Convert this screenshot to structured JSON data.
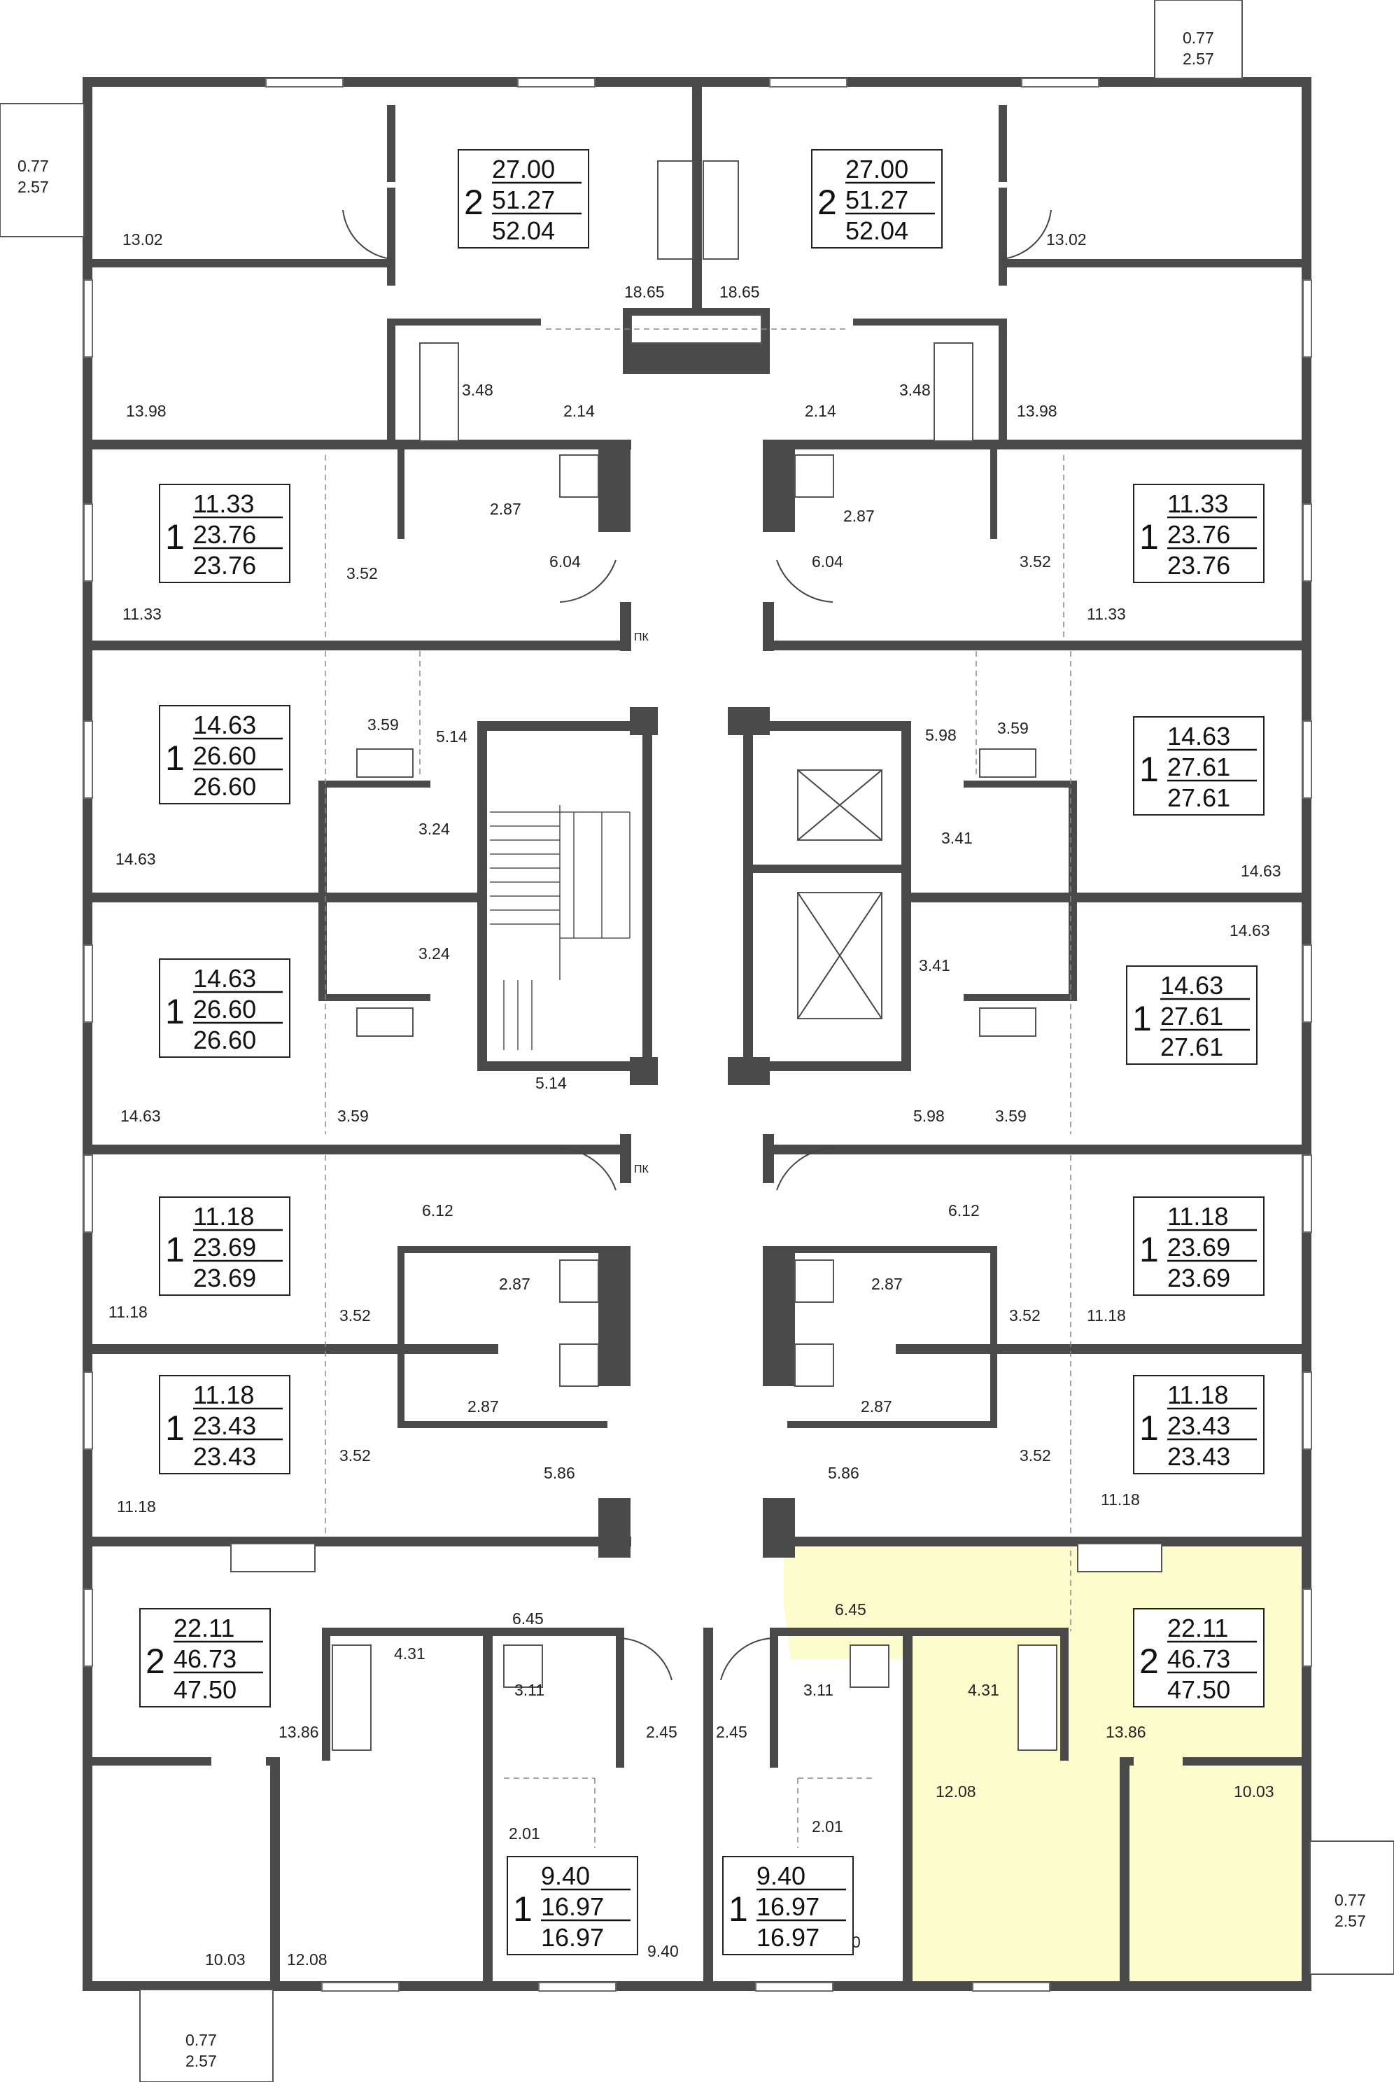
{
  "colors": {
    "wall": "#4a4a4a",
    "highlight": "#fcfccd",
    "text": "#222222"
  },
  "apartments": [
    {
      "id": "a1",
      "rooms": "2",
      "living": "27.00",
      "total": "51.27",
      "total_balcony": "52.04"
    },
    {
      "id": "a2",
      "rooms": "2",
      "living": "27.00",
      "total": "51.27",
      "total_balcony": "52.04"
    },
    {
      "id": "a3",
      "rooms": "1",
      "living": "11.33",
      "total": "23.76",
      "total_balcony": "23.76"
    },
    {
      "id": "a4",
      "rooms": "1",
      "living": "11.33",
      "total": "23.76",
      "total_balcony": "23.76"
    },
    {
      "id": "a5",
      "rooms": "1",
      "living": "14.63",
      "total": "26.60",
      "total_balcony": "26.60"
    },
    {
      "id": "a6",
      "rooms": "1",
      "living": "14.63",
      "total": "27.61",
      "total_balcony": "27.61"
    },
    {
      "id": "a7",
      "rooms": "1",
      "living": "14.63",
      "total": "26.60",
      "total_balcony": "26.60"
    },
    {
      "id": "a8",
      "rooms": "1",
      "living": "14.63",
      "total": "27.61",
      "total_balcony": "27.61"
    },
    {
      "id": "a9",
      "rooms": "1",
      "living": "11.18",
      "total": "23.69",
      "total_balcony": "23.69"
    },
    {
      "id": "a10",
      "rooms": "1",
      "living": "11.18",
      "total": "23.69",
      "total_balcony": "23.69"
    },
    {
      "id": "a11",
      "rooms": "1",
      "living": "11.18",
      "total": "23.43",
      "total_balcony": "23.43"
    },
    {
      "id": "a12",
      "rooms": "1",
      "living": "11.18",
      "total": "23.43",
      "total_balcony": "23.43"
    },
    {
      "id": "a13",
      "rooms": "2",
      "living": "22.11",
      "total": "46.73",
      "total_balcony": "47.50"
    },
    {
      "id": "a14",
      "rooms": "2",
      "living": "22.11",
      "total": "46.73",
      "total_balcony": "47.50"
    },
    {
      "id": "a15",
      "rooms": "1",
      "living": "9.40",
      "total": "16.97",
      "total_balcony": "16.97"
    },
    {
      "id": "a16",
      "rooms": "1",
      "living": "9.40",
      "total": "16.97",
      "total_balcony": "16.97"
    }
  ],
  "room_labels": [
    "0.77",
    "2.57",
    "0.77",
    "2.57",
    "13.02",
    "13.02",
    "13.98",
    "13.98",
    "18.65",
    "18.65",
    "3.48",
    "3.48",
    "2.14",
    "2.14",
    "2.87",
    "2.87",
    "6.04",
    "6.04",
    "3.52",
    "3.52",
    "11.33",
    "11.33",
    "3.59",
    "3.59",
    "5.14",
    "5.98",
    "3.24",
    "3.41",
    "14.63",
    "14.63",
    "3.24",
    "3.41",
    "14.63",
    "5.14",
    "3.59",
    "5.98",
    "3.59",
    "14.63",
    "6.12",
    "6.12",
    "2.87",
    "2.87",
    "3.52",
    "3.52",
    "11.18",
    "11.18",
    "2.87",
    "2.87",
    "3.52",
    "3.52",
    "5.86",
    "5.86",
    "11.18",
    "11.18",
    "6.45",
    "6.45",
    "4.31",
    "3.11",
    "3.11",
    "4.31",
    "13.86",
    "13.86",
    "2.45",
    "2.45",
    "12.08",
    "10.03",
    "2.01",
    "2.01",
    "10.03",
    "12.08",
    "9.40",
    "9.40",
    "0.77",
    "2.57",
    "0.77",
    "2.57",
    "ПК",
    "ПК"
  ]
}
